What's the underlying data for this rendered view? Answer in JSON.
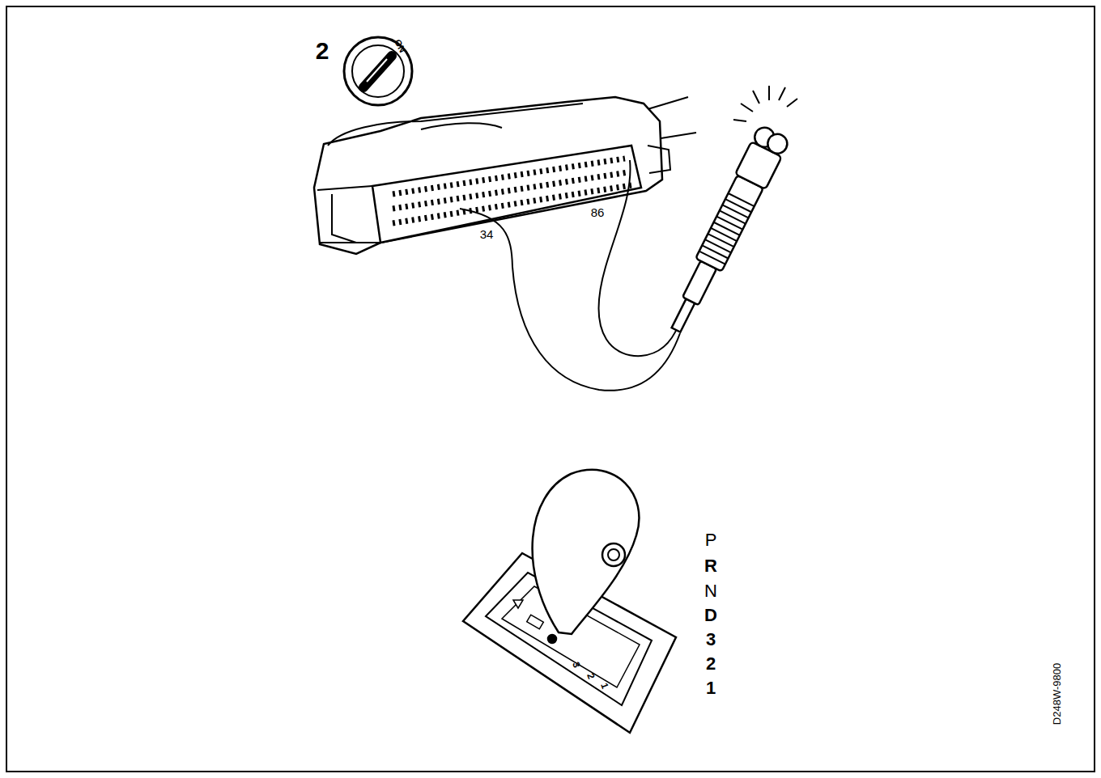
{
  "diagram": {
    "labels": [
      "2",
      "ON",
      "34",
      "86",
      "P",
      "R",
      "N",
      "D",
      "3",
      "2",
      "1",
      "3",
      "2",
      "1",
      "D248W-9800"
    ]
  }
}
